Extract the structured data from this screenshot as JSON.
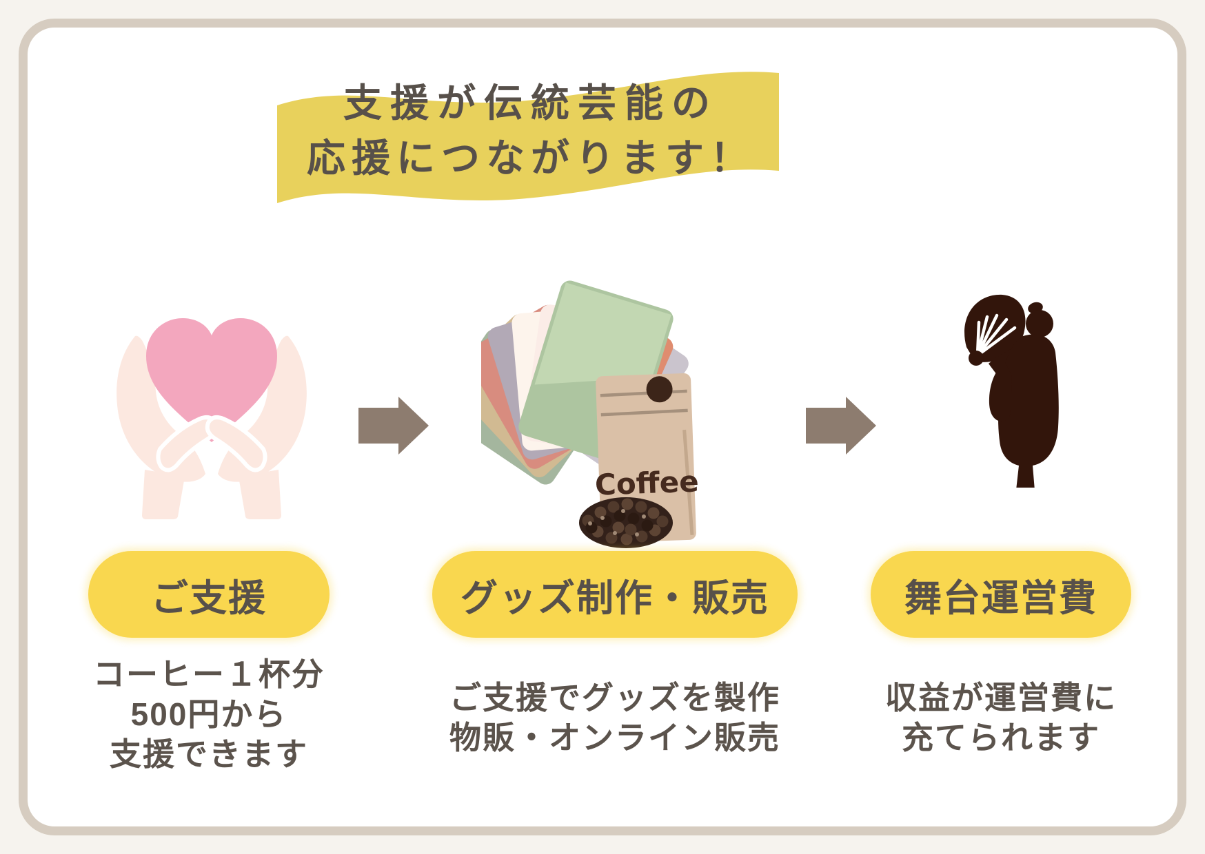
{
  "title": {
    "line1": "支援が伝統芸能の",
    "line2": "応援につながります！"
  },
  "steps": [
    {
      "id": "support",
      "label": "ご支援",
      "caption_lines": [
        "コーヒー１杯分",
        "500円から",
        "支援できます"
      ],
      "icon": "hands-holding-heart"
    },
    {
      "id": "goods",
      "label": "グッズ制作・販売",
      "caption_lines": [
        "ご支援でグッズを製作",
        "物販・オンライン販売"
      ],
      "icon": "goods-and-coffee-bag"
    },
    {
      "id": "stage",
      "label": "舞台運営費",
      "caption_lines": [
        "収益が運営費に",
        "充てられます"
      ],
      "icon": "dancer-with-fan"
    }
  ],
  "illustrations": {
    "coffee_label": "Coffee"
  },
  "colors": {
    "page_background": "#f6f3ee",
    "frame_border": "#d6ccc0",
    "banner_yellow": "#e8d15c",
    "pill_yellow": "#f9d74f",
    "text_dark": "#57504a",
    "arrow_taupe": "#8d7c6f",
    "heart_pink": "#f3a7be",
    "hand_skin": "#fce8e0",
    "silhouette_brown": "#32150b",
    "coffee_bag_tan": "#dac0a7"
  }
}
